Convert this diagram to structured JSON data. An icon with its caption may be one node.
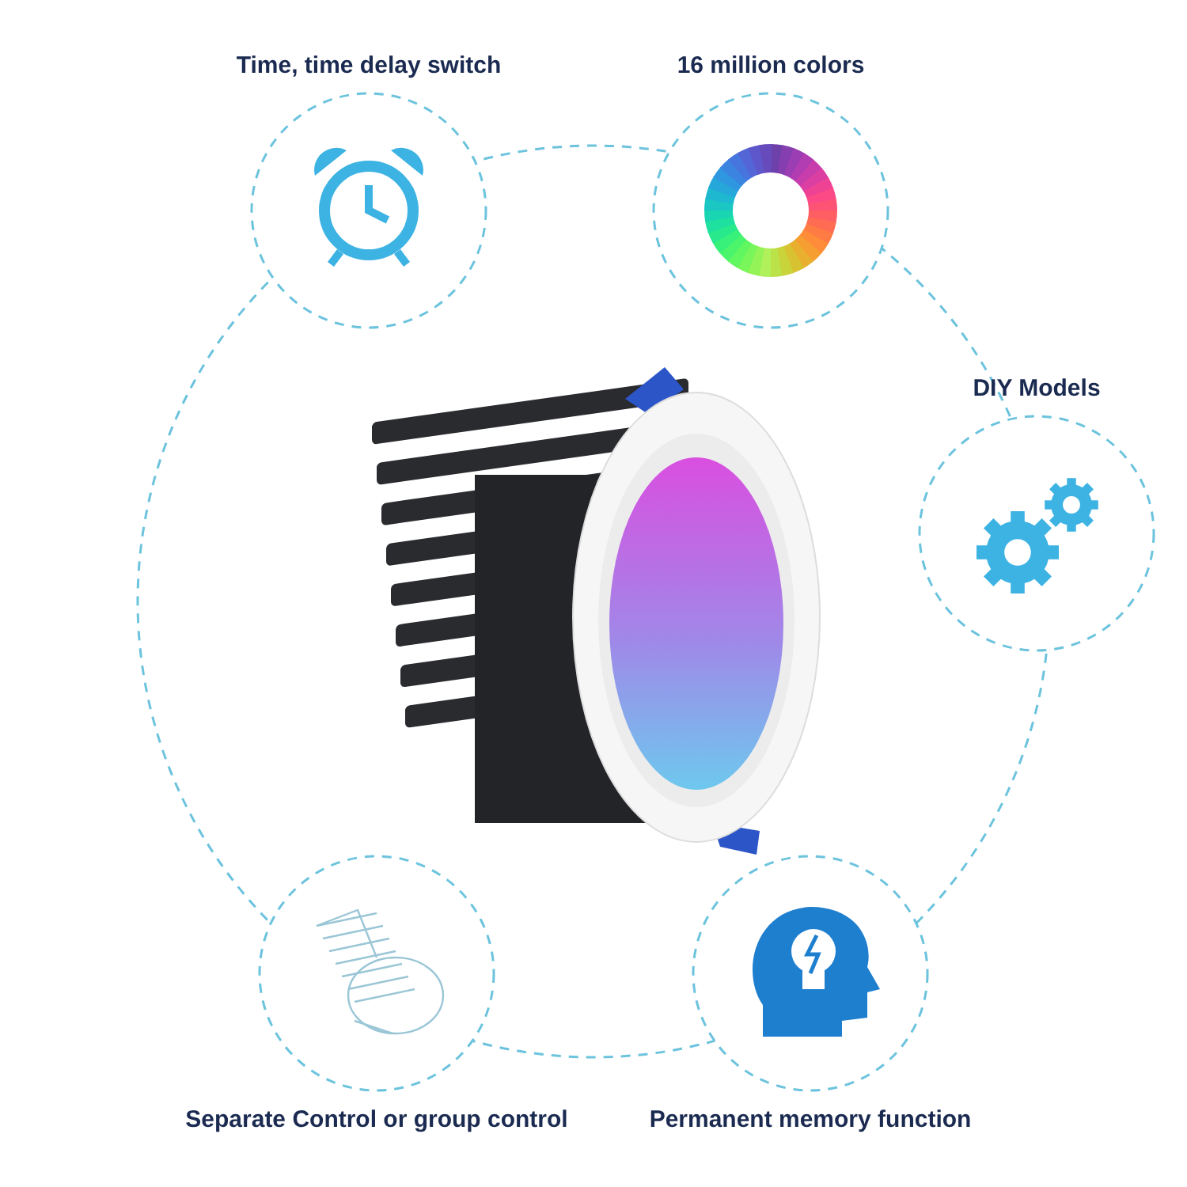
{
  "diagram": {
    "nodes": [
      {
        "text": [
          "Time, time delay switch"
        ]
      },
      {
        "text": [
          "16 million colors"
        ]
      },
      {
        "text": [
          "DIY Models"
        ]
      },
      {
        "text": [
          "Separate Control or group control"
        ]
      },
      {
        "text": [
          "Permanent memory function"
        ]
      }
    ]
  }
}
